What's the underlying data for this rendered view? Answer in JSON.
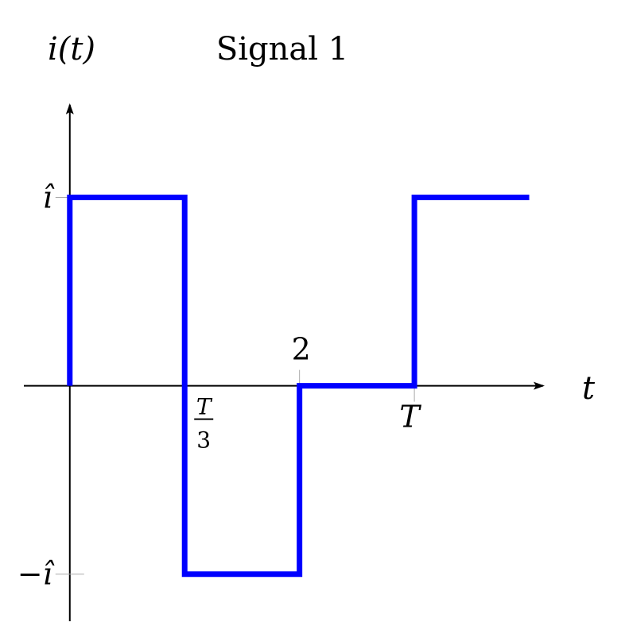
{
  "chart_data": {
    "type": "line",
    "title": "Signal 1",
    "ylabel": "i(t)",
    "xlabel": "t",
    "series": [
      {
        "x": [
          0,
          0,
          1,
          1,
          2,
          2,
          3,
          3,
          4
        ],
        "y": [
          0,
          1,
          1,
          -1,
          -1,
          0,
          0,
          1,
          1
        ]
      }
    ],
    "xlim": [
      -0.4,
      4.1
    ],
    "ylim": [
      -1.25,
      1.5
    ],
    "x_ticks": [
      {
        "value": 1,
        "label_num": "T",
        "label_den": "3",
        "position": "below"
      },
      {
        "value": 2,
        "label": "2",
        "position": "above"
      },
      {
        "value": 3,
        "label": "T",
        "position": "below"
      }
    ],
    "y_ticks": [
      {
        "value": 1,
        "label": "î"
      },
      {
        "value": -1,
        "label": "−î"
      }
    ],
    "grid": false,
    "colors": {
      "series": "#0000ff",
      "axes": "#000000",
      "ticks": "#aaaaaa"
    }
  }
}
